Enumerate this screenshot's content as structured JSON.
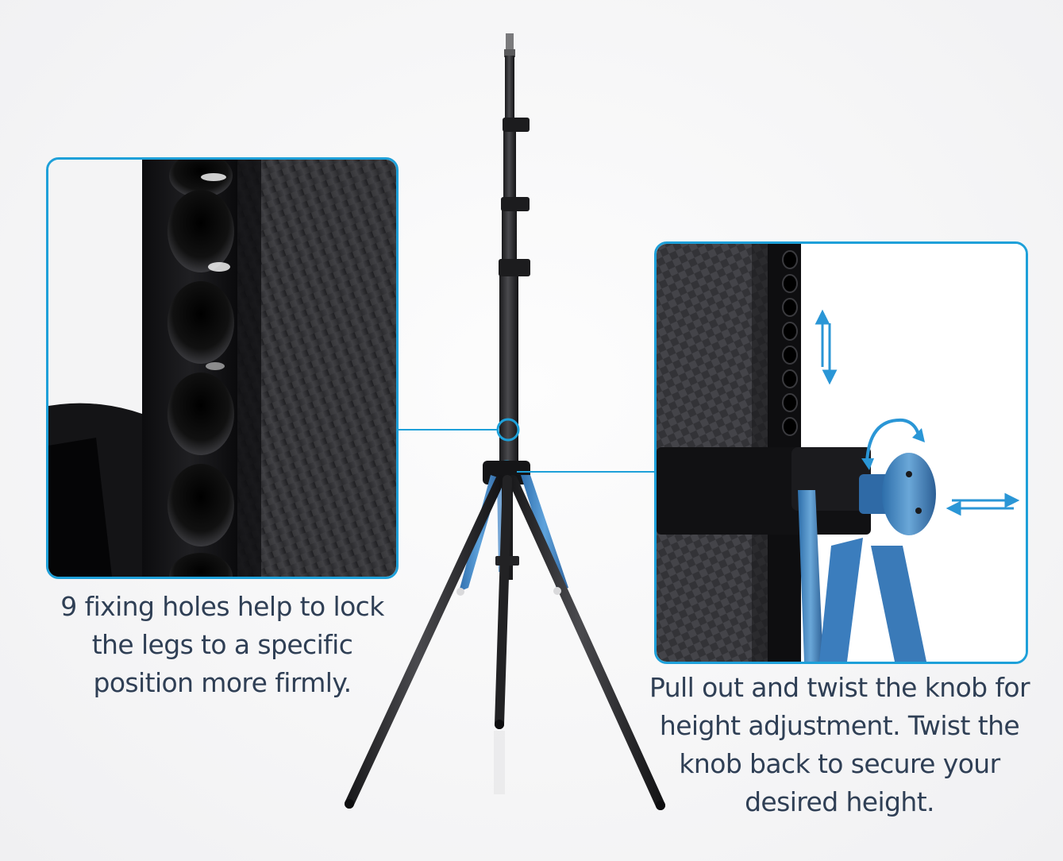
{
  "colors": {
    "accent": "#1ea0d9",
    "text": "#2f3f55",
    "leg_blue": "#3f86c8",
    "carbon": "#2a2a2c",
    "background": "#f7f7f8"
  },
  "left_callout": {
    "icon": "fixing-holes-closeup",
    "caption_lines": [
      "9 fixing holes help to lock",
      "the legs to a specific",
      "position more firmly."
    ]
  },
  "right_callout": {
    "icon": "height-adjust-knob-closeup",
    "caption_lines": [
      "Pull out and twist the knob for",
      "height adjustment. Twist the",
      "knob back to secure your",
      "desired height."
    ]
  }
}
